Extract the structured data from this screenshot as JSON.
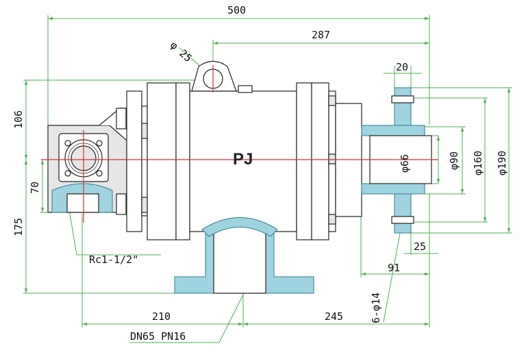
{
  "brand": "PJ",
  "dimensions": {
    "overall_length": "500",
    "flange_to_end": "287",
    "eye_diameter": "φ 25",
    "flange_thickness": "20",
    "left_height": "106",
    "inlet_height": "70",
    "base_height": "175",
    "bore": "φ66",
    "pipe_od": "φ90",
    "bolt_circle": "φ160",
    "flange_od": "φ190",
    "bolt_offset": "25",
    "outlet_offset": "91",
    "bolt_holes": "6-φ14",
    "left_to_center": "210",
    "center_to_right": "245"
  },
  "labels": {
    "thread": "Rc1-1/2\"",
    "flange_spec": "DN65 PN16"
  },
  "colors": {
    "dimension_line": "#4caf50",
    "center_line": "#d32f2f",
    "section_fill": "#9fd3e0"
  }
}
